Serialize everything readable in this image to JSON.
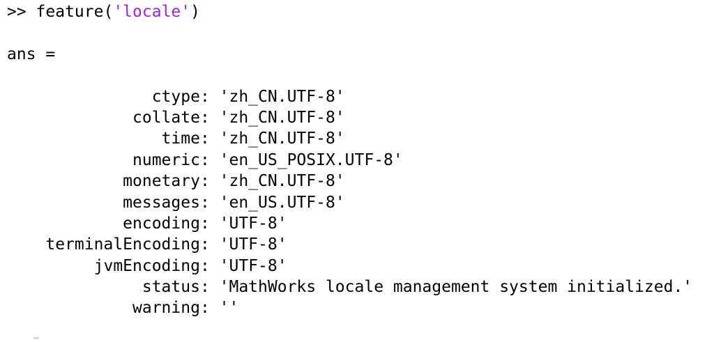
{
  "terminal": {
    "app": "MATLAB Command Window",
    "background_color": "#ffffff",
    "text_color": "#000000",
    "string_color": "#A020F0",
    "command_line": {
      "prompt": ">> ",
      "code_before_string": "feature(",
      "string_literal": "'locale'",
      "code_after_string": ")"
    },
    "ans_label": "ans =",
    "struct_fields": [
      {
        "name": "ctype",
        "value": "'zh_CN.UTF-8'"
      },
      {
        "name": "collate",
        "value": "'zh_CN.UTF-8'"
      },
      {
        "name": "time",
        "value": "'zh_CN.UTF-8'"
      },
      {
        "name": "numeric",
        "value": "'en_US_POSIX.UTF-8'"
      },
      {
        "name": "monetary",
        "value": "'zh_CN.UTF-8'"
      },
      {
        "name": "messages",
        "value": "'en_US.UTF-8'"
      },
      {
        "name": "encoding",
        "value": "'UTF-8'"
      },
      {
        "name": "terminalEncoding",
        "value": "'UTF-8'"
      },
      {
        "name": "jvmEncoding",
        "value": "'UTF-8'"
      },
      {
        "name": "status",
        "value": "'MathWorks locale management system initialized.'"
      },
      {
        "name": "warning",
        "value": "''"
      }
    ],
    "field_name_column_width": 20
  }
}
